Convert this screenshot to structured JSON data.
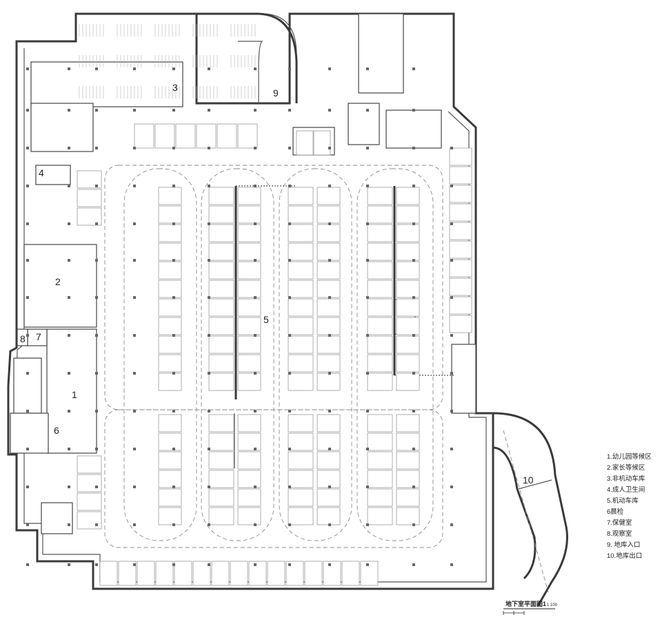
{
  "zones": [
    {
      "id": "1",
      "label": "1"
    },
    {
      "id": "2",
      "label": "2"
    },
    {
      "id": "3",
      "label": "3"
    },
    {
      "id": "4",
      "label": "4"
    },
    {
      "id": "5",
      "label": "5"
    },
    {
      "id": "6",
      "label": "6"
    },
    {
      "id": "7",
      "label": "7"
    },
    {
      "id": "8",
      "label": "8"
    },
    {
      "id": "9",
      "label": "9"
    },
    {
      "id": "10",
      "label": "10"
    }
  ],
  "legend": [
    "1.幼儿园等候区",
    "2.家长等候区",
    "3.非机动车库",
    "4.成人卫生间",
    "5.机动车库",
    "6晨检",
    "7.保健室",
    "8.观察室",
    "9. 地库入口",
    "10.地库出口"
  ],
  "title": {
    "text": "地下室平面图1",
    "scale": "1:100"
  }
}
